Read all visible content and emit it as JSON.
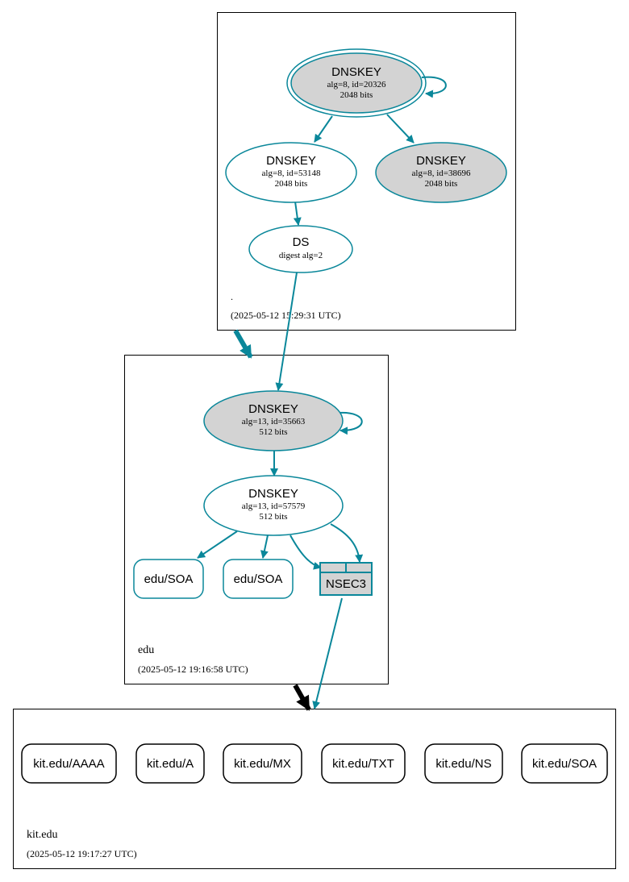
{
  "colors": {
    "edge": "#0a879a",
    "zone_border": "#000000",
    "filled_node": "#d3d3d3",
    "delegation_arrow": "#000000",
    "insecure_delegation": "#0a879a"
  },
  "zones": [
    {
      "id": "root",
      "name": ".",
      "timestamp": "(2025-05-12 15:29:31 UTC)",
      "nodes": [
        {
          "id": "root-ksk",
          "kind": "DNSKEY",
          "title": "DNSKEY",
          "detail1": "alg=8, id=20326",
          "detail2": "2048 bits",
          "filled": true,
          "trust_anchor": true,
          "self_signed": true
        },
        {
          "id": "root-zsk-53148",
          "kind": "DNSKEY",
          "title": "DNSKEY",
          "detail1": "alg=8, id=53148",
          "detail2": "2048 bits",
          "filled": false
        },
        {
          "id": "root-zsk-38696",
          "kind": "DNSKEY",
          "title": "DNSKEY",
          "detail1": "alg=8, id=38696",
          "detail2": "2048 bits",
          "filled": true
        },
        {
          "id": "root-ds",
          "kind": "DS",
          "title": "DS",
          "detail1": "digest alg=2",
          "filled": false
        }
      ]
    },
    {
      "id": "edu",
      "name": "edu",
      "timestamp": "(2025-05-12 19:16:58 UTC)",
      "nodes": [
        {
          "id": "edu-ksk",
          "kind": "DNSKEY",
          "title": "DNSKEY",
          "detail1": "alg=13, id=35663",
          "detail2": "512 bits",
          "filled": true,
          "self_signed": true
        },
        {
          "id": "edu-zsk",
          "kind": "DNSKEY",
          "title": "DNSKEY",
          "detail1": "alg=13, id=57579",
          "detail2": "512 bits",
          "filled": false
        },
        {
          "id": "edu-soa-1",
          "kind": "RRset",
          "title": "edu/SOA"
        },
        {
          "id": "edu-soa-2",
          "kind": "RRset",
          "title": "edu/SOA"
        },
        {
          "id": "edu-nsec3",
          "kind": "NSEC3",
          "title": "NSEC3"
        }
      ]
    },
    {
      "id": "kit-edu",
      "name": "kit.edu",
      "timestamp": "(2025-05-12 19:17:27 UTC)",
      "rrsets": [
        "kit.edu/AAAA",
        "kit.edu/A",
        "kit.edu/MX",
        "kit.edu/TXT",
        "kit.edu/NS",
        "kit.edu/SOA"
      ]
    }
  ],
  "edges": [
    {
      "from": "root-ksk",
      "to": "root-ksk",
      "type": "self-signature"
    },
    {
      "from": "root-ksk",
      "to": "root-zsk-53148",
      "type": "signature"
    },
    {
      "from": "root-ksk",
      "to": "root-zsk-38696",
      "type": "signature"
    },
    {
      "from": "root-zsk-53148",
      "to": "root-ds",
      "type": "signature"
    },
    {
      "from": "root-ds",
      "to": "edu-ksk",
      "type": "digest"
    },
    {
      "from": "edu-ksk",
      "to": "edu-ksk",
      "type": "self-signature"
    },
    {
      "from": "edu-ksk",
      "to": "edu-zsk",
      "type": "signature"
    },
    {
      "from": "edu-zsk",
      "to": "edu-soa-1",
      "type": "signature"
    },
    {
      "from": "edu-zsk",
      "to": "edu-soa-2",
      "type": "signature"
    },
    {
      "from": "edu-zsk",
      "to": "edu-nsec3",
      "type": "signature"
    },
    {
      "from": "edu-nsec3",
      "to": "kit-edu",
      "type": "non-existence-proof"
    },
    {
      "from": "root",
      "to": "edu",
      "type": "delegation"
    },
    {
      "from": "edu",
      "to": "kit-edu",
      "type": "delegation"
    }
  ]
}
